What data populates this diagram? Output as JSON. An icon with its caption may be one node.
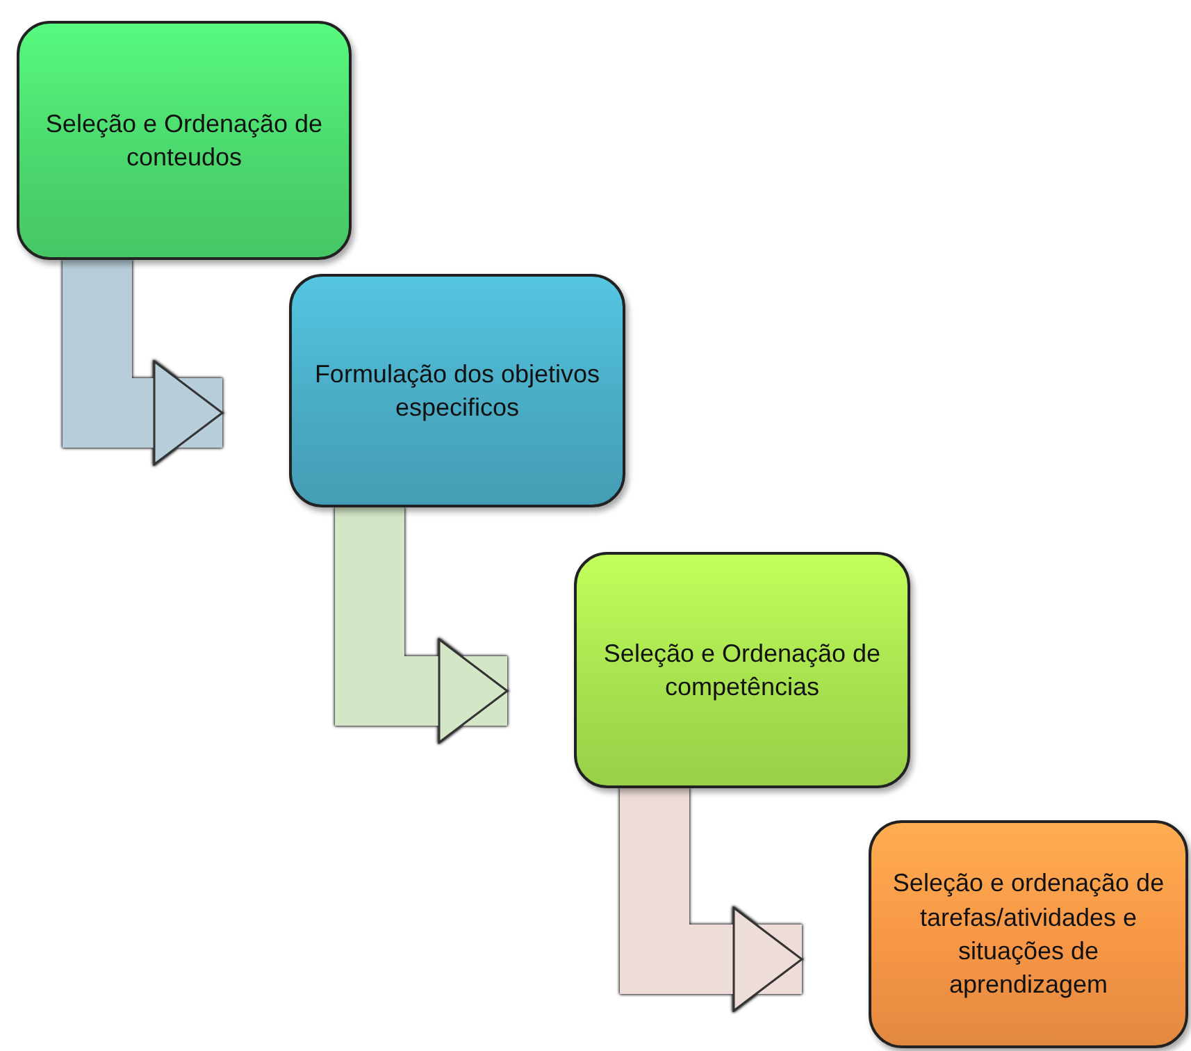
{
  "diagram": {
    "nodes": [
      {
        "text": [
          "Seleção e Ordenação de conteudos"
        ]
      },
      {
        "text": [
          "Formulação dos objetivos especificos"
        ]
      },
      {
        "text": [
          "Seleção e Ordenação de competências"
        ]
      },
      {
        "text": [
          "Seleção e ordenação de tarefas/atividades e situações de aprendizagem"
        ]
      }
    ],
    "edges": [
      {
        "from": 0,
        "to": 1,
        "arrow": "to",
        "color": "#b7cdd9"
      },
      {
        "from": 1,
        "to": 2,
        "arrow": "to",
        "color": "#d3e6c6"
      },
      {
        "from": 2,
        "to": 3,
        "arrow": "to",
        "color": "#eddcd8"
      }
    ]
  }
}
